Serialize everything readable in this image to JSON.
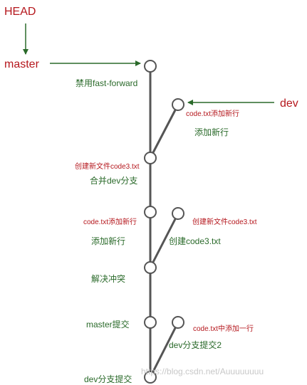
{
  "labels": {
    "head": "HEAD",
    "master": "master",
    "dev": "dev",
    "no_ff": "禁用fast-forward",
    "dev_add_line_note": "code.txt添加新行",
    "dev_add_line": "添加新行",
    "create_file_note": "创建新文件code3.txt",
    "merge_dev": "合并dev分支",
    "master_add_line_note": "code.txt添加新行",
    "branch_create_note": "创建新文件code3.txt",
    "master_add_line": "添加新行",
    "create_code3": "创建code3.txt",
    "resolve_conflict": "解决冲突",
    "master_commit": "master提交",
    "add_one_line_note": "code.txt中添加一行",
    "dev_commit_2": "dev分支提交2",
    "dev_commit": "dev分支提交",
    "watermark": "https://blog.csdn.net/Auuuuuuuu"
  },
  "colors": {
    "red": "#b5171d",
    "green": "#2a6a2a",
    "line": "#555555",
    "watermark": "#c8c8c8"
  }
}
